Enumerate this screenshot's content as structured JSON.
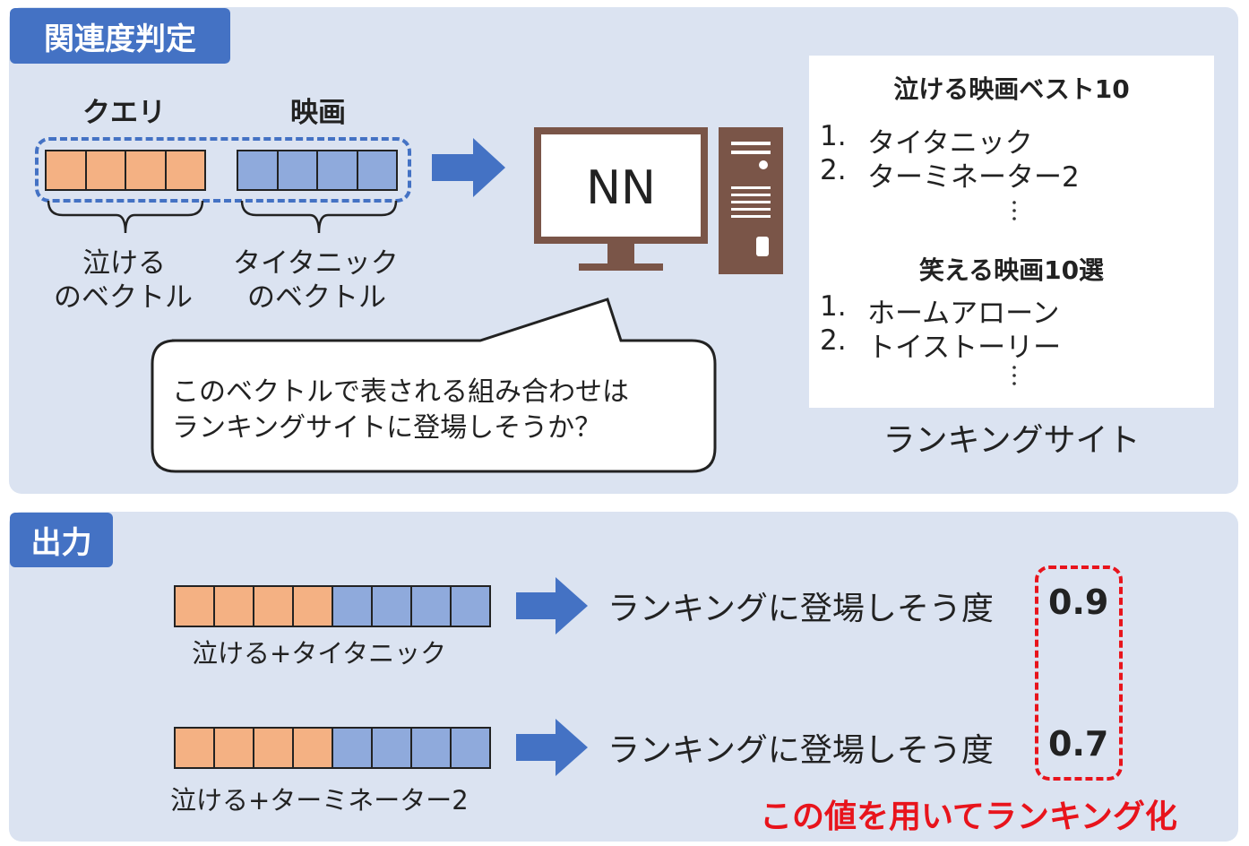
{
  "relevance": {
    "section_label": "関連度判定",
    "query_header": "クエリ",
    "movie_header": "映画",
    "query_caption_line1": "泣ける",
    "query_caption_line2": "のベクトル",
    "movie_caption_line1": "タイタニック",
    "movie_caption_line2": "のベクトル",
    "model_label": "NN",
    "speech_line1": "このベクトルで表される組み合わせは",
    "speech_line2": "ランキングサイトに登場しそうか？",
    "ranking_site": {
      "caption": "ランキングサイト",
      "list1_title": "泣ける映画ベスト10",
      "list1_items": [
        {
          "num": "1.",
          "title": "タイタニック"
        },
        {
          "num": "2.",
          "title": "ターミネーター2"
        }
      ],
      "list2_title": "笑える映画10選",
      "list2_items": [
        {
          "num": "1.",
          "title": "ホームアローン"
        },
        {
          "num": "2.",
          "title": "トイストーリー"
        }
      ]
    }
  },
  "output": {
    "section_label": "出力",
    "rows": [
      {
        "caption": "泣ける+タイタニック",
        "score_label": "ランキングに登場しそう度",
        "score": "0.9"
      },
      {
        "caption": "泣ける+ターミネーター2",
        "score_label": "ランキングに登場しそう度",
        "score": "0.7"
      }
    ],
    "conclusion": "この値を用いてランキング化"
  },
  "colors": {
    "panel_bg": "#dbe3f1",
    "accent_blue": "#4472c4",
    "query_cell": "#f4b183",
    "movie_cell": "#8faadc",
    "pc_brown": "#7a5548",
    "highlight_red": "#e8141c"
  }
}
